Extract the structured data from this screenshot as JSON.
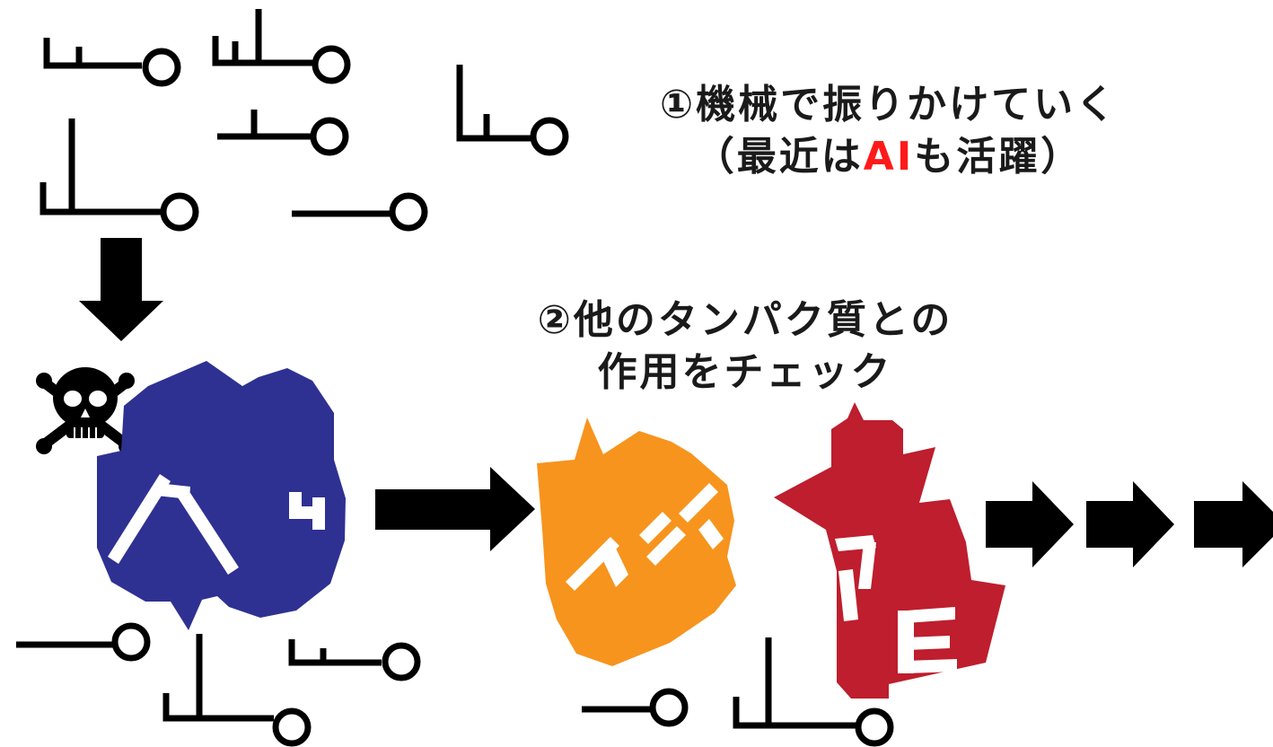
{
  "step1": {
    "title": "①機械で振りかけていく",
    "note_open": "（最近は",
    "note_highlight": "AI",
    "note_close": "も活躍）"
  },
  "step2": {
    "line1": "②他のタンパク質との",
    "line2": "作用をチェック"
  },
  "colors": {
    "target_protein": "#2e3192",
    "partner_protein_1": "#f7941d",
    "partner_protein_2": "#be1e2d",
    "ai_highlight": "#ff1a1a",
    "arrows": "#000000",
    "molecules": "#000000",
    "protein_letters": "#ffffff"
  },
  "icons": [
    "skull-and-crossbones-icon",
    "arrow-down-icon",
    "arrow-right-icon"
  ]
}
